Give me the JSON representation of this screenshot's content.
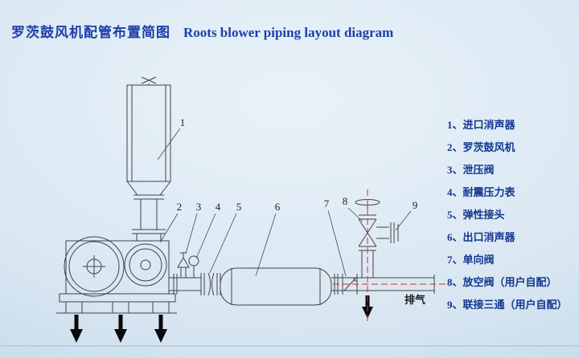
{
  "header": {
    "title_zh": "罗茨鼓风机配管布置简图",
    "title_en": "Roots blower piping layout diagram"
  },
  "legend": {
    "items": [
      "1、进口消声器",
      "2、罗茨鼓风机",
      "3、泄压阀",
      "4、耐震压力表",
      "5、弹性接头",
      "6、出口消声器",
      "7、单向阀",
      "8、放空阀（用户自配）",
      "9、联接三通（用户自配）"
    ]
  },
  "diagram": {
    "labels": [
      "1",
      "2",
      "3",
      "4",
      "5",
      "6",
      "7",
      "8",
      "9"
    ],
    "exhaust_label": "排气",
    "colors": {
      "title_blue": "#1c3fa9",
      "legend_blue": "#12368f",
      "centerline_red": "#d92b2b",
      "line_dark": "#3f4346"
    }
  }
}
